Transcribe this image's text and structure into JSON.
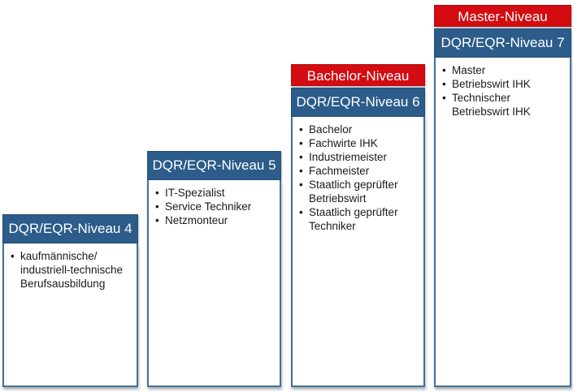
{
  "diagram": {
    "description": "Stufendiagramm DQR/EQR-Niveaus 4 bis 7",
    "columns": [
      {
        "level_label": "DQR/EQR-Niveau 4",
        "banner_label": "",
        "items": [
          "kaufmännische/ industriell-technische Berufsausbildung"
        ]
      },
      {
        "level_label": "DQR/EQR-Niveau 5",
        "banner_label": "",
        "items": [
          "IT-Spezialist",
          "Service Techniker",
          "Netzmonteur"
        ]
      },
      {
        "level_label": "DQR/EQR-Niveau 6",
        "banner_label": "Bachelor-Niveau",
        "items": [
          "Bachelor",
          "Fachwirte IHK",
          "Industriemeister",
          "Fachmeister",
          "Staatlich geprüfter Betriebswirt",
          "Staatlich geprüfter Techniker"
        ]
      },
      {
        "level_label": "DQR/EQR-Niveau 7",
        "banner_label": "Master-Niveau",
        "items": [
          "Master",
          "Betriebswirt IHK",
          "Technischer Betriebswirt IHK"
        ]
      }
    ]
  },
  "colors": {
    "header_blue": "#2b5c8a",
    "banner_red": "#d40b10",
    "border_blue": "#41719c",
    "text_on_dark": "#ffffff",
    "body_text": "#1a1a1a"
  }
}
